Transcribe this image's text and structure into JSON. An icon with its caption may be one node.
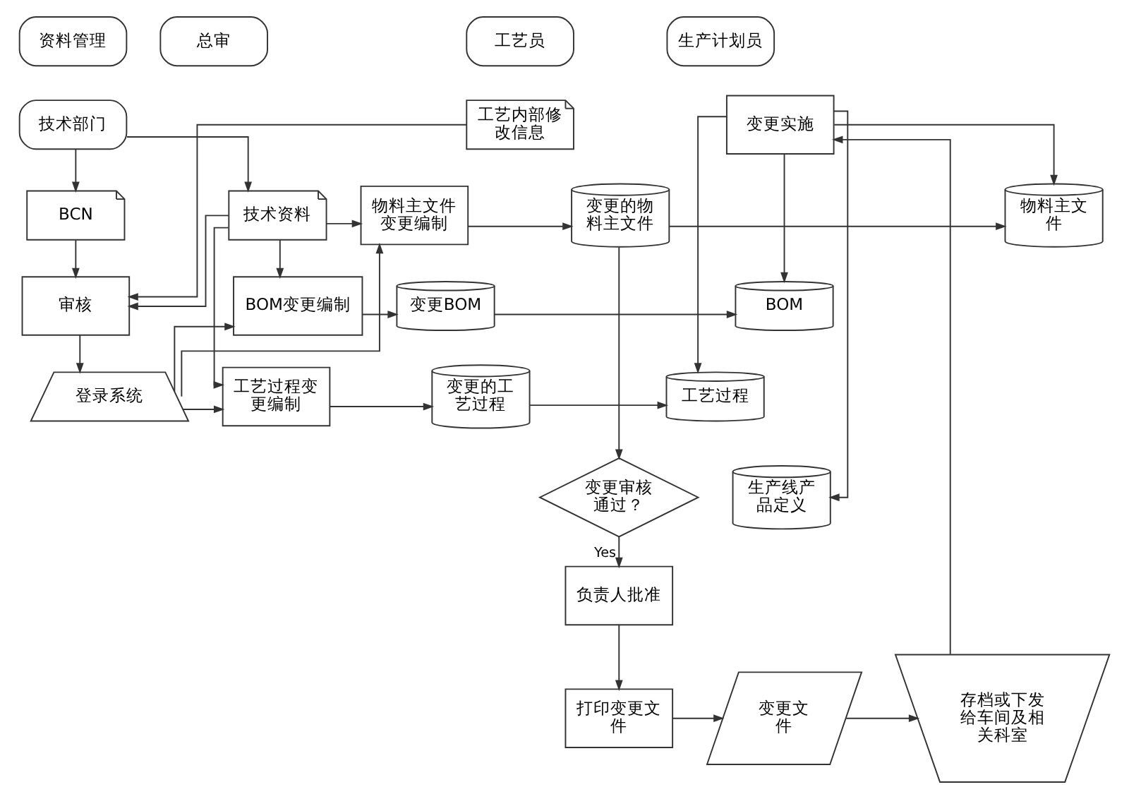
{
  "diagram": {
    "nodes": [
      {
        "text": [
          "资料管理"
        ]
      },
      {
        "text": [
          "总审"
        ]
      },
      {
        "text": [
          "工艺员"
        ]
      },
      {
        "text": [
          "生产计划员"
        ]
      },
      {
        "text": [
          "技术部门"
        ]
      },
      {
        "text": [
          "BCN"
        ]
      },
      {
        "text": [
          "技术资料"
        ]
      },
      {
        "text": [
          "工艺内部修改信息"
        ]
      },
      {
        "text": [
          "变更实施"
        ]
      },
      {
        "text": [
          "物料主文件变更编制"
        ]
      },
      {
        "text": [
          "变更的物料主文件"
        ]
      },
      {
        "text": [
          "物料主文件"
        ]
      },
      {
        "text": [
          "审核"
        ]
      },
      {
        "text": [
          "BOM变更编制"
        ]
      },
      {
        "text": [
          "变更BOM"
        ]
      },
      {
        "text": [
          "BOM"
        ]
      },
      {
        "text": [
          "登录系统"
        ]
      },
      {
        "text": [
          "工艺过程变更编制"
        ]
      },
      {
        "text": [
          "变更的工艺过程"
        ]
      },
      {
        "text": [
          "工艺过程"
        ]
      },
      {
        "text": [
          "变更审核通过？"
        ]
      },
      {
        "text": [
          "生产线产品定义"
        ]
      },
      {
        "text": [
          "负责人批准"
        ]
      },
      {
        "text": [
          "存档或下发给车间及相关科室"
        ]
      },
      {
        "text": [
          "变更文件"
        ]
      },
      {
        "text": [
          "打印变更文件"
        ]
      }
    ],
    "edges": [
      {
        "from": 4,
        "to": 5,
        "arrow": "to"
      },
      {
        "from": 4,
        "to": 6,
        "arrow": "to"
      },
      {
        "from": 5,
        "to": 12,
        "arrow": "to"
      },
      {
        "from": 6,
        "to": 12,
        "arrow": "to"
      },
      {
        "from": 7,
        "to": 12,
        "arrow": "to"
      },
      {
        "from": 6,
        "to": 9,
        "arrow": "to"
      },
      {
        "from": 6,
        "to": 13,
        "arrow": "to"
      },
      {
        "from": 6,
        "to": 17,
        "arrow": "to"
      },
      {
        "from": 16,
        "to": 9,
        "arrow": "to"
      },
      {
        "from": 16,
        "to": 13,
        "arrow": "to"
      },
      {
        "from": 16,
        "to": 17,
        "arrow": "to"
      },
      {
        "from": 12,
        "to": 16,
        "arrow": "to"
      },
      {
        "from": 9,
        "to": 10,
        "arrow": "to"
      },
      {
        "from": 13,
        "to": 14,
        "arrow": "to"
      },
      {
        "from": 17,
        "to": 18,
        "arrow": "to"
      },
      {
        "from": 10,
        "to": 11,
        "arrow": "to"
      },
      {
        "from": 14,
        "to": 15,
        "arrow": "to"
      },
      {
        "from": 18,
        "to": 19,
        "arrow": "to"
      },
      {
        "from": 10,
        "to": 20,
        "arrow": "to"
      },
      {
        "from": 8,
        "to": 11,
        "arrow": "to"
      },
      {
        "from": 8,
        "to": 15,
        "arrow": "to"
      },
      {
        "from": 8,
        "to": 19,
        "arrow": "to"
      },
      {
        "from": 8,
        "to": 21,
        "arrow": "to"
      },
      {
        "from": 20,
        "to": 22,
        "arrow": "to",
        "label": "Yes"
      },
      {
        "from": 22,
        "to": 25,
        "arrow": "to"
      },
      {
        "from": 25,
        "to": 24,
        "arrow": "to"
      },
      {
        "from": 24,
        "to": 23,
        "arrow": "to"
      },
      {
        "from": 23,
        "to": 8,
        "arrow": "to"
      }
    ]
  }
}
